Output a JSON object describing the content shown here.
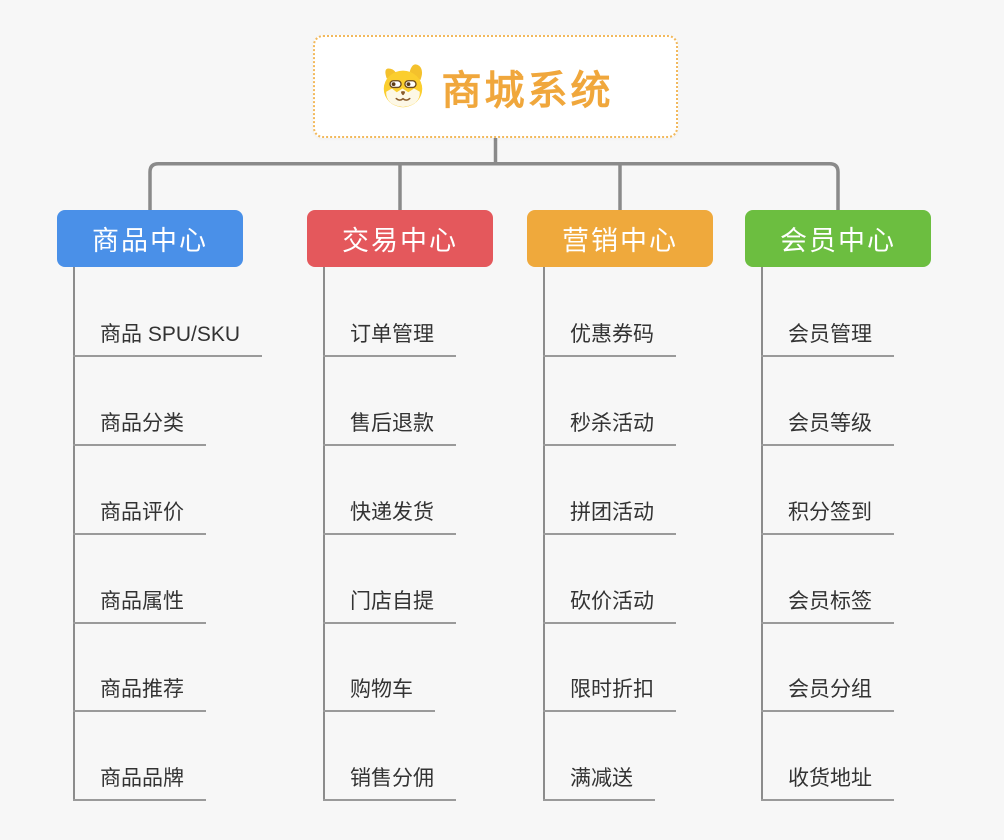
{
  "root": {
    "title": "商城系统",
    "icon": "dog-face-icon",
    "title_color": "#f0a73c",
    "border_color": "#f2b95c"
  },
  "connector_color": "#8a8a8a",
  "branches": [
    {
      "label": "商品中心",
      "color": "#4a90e8",
      "children": [
        "商品 SPU/SKU",
        "商品分类",
        "商品评价",
        "商品属性",
        "商品推荐",
        "商品品牌"
      ]
    },
    {
      "label": "交易中心",
      "color": "#e4585c",
      "children": [
        "订单管理",
        "售后退款",
        "快递发货",
        "门店自提",
        "购物车",
        "销售分佣"
      ]
    },
    {
      "label": "营销中心",
      "color": "#efa93c",
      "children": [
        "优惠券码",
        "秒杀活动",
        "拼团活动",
        "砍价活动",
        "限时折扣",
        "满减送"
      ]
    },
    {
      "label": "会员中心",
      "color": "#6cbe40",
      "children": [
        "会员管理",
        "会员等级",
        "积分签到",
        "会员标签",
        "会员分组",
        "收货地址"
      ]
    }
  ]
}
